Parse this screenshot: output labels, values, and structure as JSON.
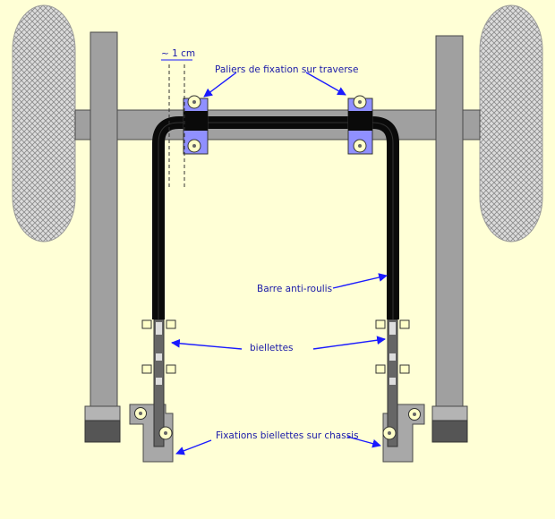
{
  "labels": {
    "dimension": "~ 1 cm",
    "bearings": "Paliers de fixation sur traverse",
    "anti_roll_bar": "Barre anti-roulis",
    "links": "biellettes",
    "link_mounts": "Fixations biellettes sur chassis"
  },
  "colors": {
    "background": "#ffffd6",
    "structure_gray": "#a0a0a0",
    "outline": "#4a4a4a",
    "bar": "#0a0a0a",
    "bearing_blue": "#9090ff",
    "arrow_blue": "#1a1aff",
    "label_text": "#1a1aa8",
    "tire_fill": "#d8d8d8",
    "tire_pattern": "#8a8a8a",
    "foot_dark": "#555555"
  }
}
